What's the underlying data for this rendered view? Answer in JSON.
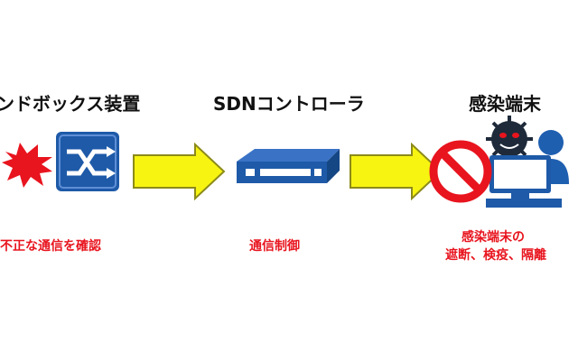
{
  "stages": [
    {
      "title": "ンドボックス装置",
      "caption_lines": [
        "不正な通信を確認"
      ]
    },
    {
      "title": "SDNコントローラ",
      "caption_lines": [
        "通信制御"
      ]
    },
    {
      "title": "感染端末",
      "caption_lines": [
        "感染端末の",
        "遮断、検疫、隔離"
      ]
    }
  ],
  "icons": {
    "sandbox": "network-switch-with-alert-burst-icon",
    "controller": "server-appliance-icon",
    "terminal": "infected-computer-with-virus-and-prohibited-sign-icon"
  },
  "colors": {
    "title": "#111111",
    "caption": "#e8141e",
    "arrow_fill": "#f7f411",
    "arrow_stroke": "#8c8a1a",
    "device_blue": "#1e5aa8",
    "prohibit_red": "#e8141e",
    "user_blue": "#1f5fb0"
  }
}
